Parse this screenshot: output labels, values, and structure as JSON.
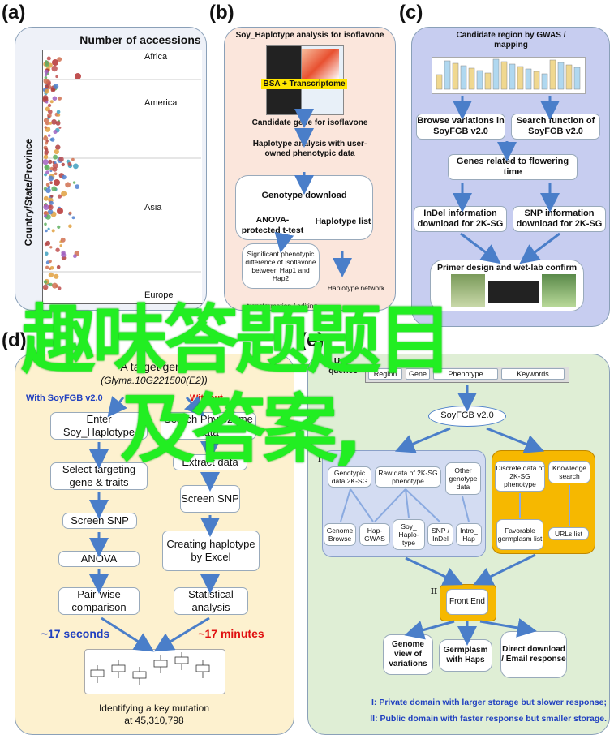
{
  "panels": {
    "a": {
      "label": "(a)",
      "title": "Number of accessions",
      "ylabel": "Country/State/Province",
      "regions": [
        "Africa",
        "America",
        "Asia",
        "Europe"
      ]
    },
    "b": {
      "label": "(b)",
      "title": "Soy_Haplotype analysis for isoflavone",
      "bsa": "BSA + Transcriptome",
      "candidate": "Candidate gene for isoflavone",
      "haplotype": "Haplotype analysis with user-owned phenotypic data",
      "genotype": "Genotype download",
      "anova": "ANOVA-protected t-test",
      "haplist": "Haplotype list",
      "significant": "Significant phenotypic difference of isoflavone between Hap1 and Hap2",
      "network": "Haplotype network",
      "transform": "transformation / editing"
    },
    "c": {
      "label": "(c)",
      "title": "Candidate region by GWAS / mapping",
      "browse": "Browse variations in SoyFGB v2.0",
      "search": "Search function of SoyFGB v2.0",
      "genes": "Genes related to flowering time",
      "indel": "InDel information download for 2K-SG",
      "snp": "SNP information download for 2K-SG",
      "primer": "Primer design and wet-lab confirm"
    },
    "d": {
      "label": "(d)",
      "title1": "A target gene",
      "title2": "(Glyma.10G221500(E2))",
      "with": "With SoyFGB v2.0",
      "without": "Without",
      "left": [
        "Enter Soy_Haplotype",
        "Select targeting gene & traits",
        "Screen SNP",
        "ANOVA",
        "Pair-wise comparison"
      ],
      "right": [
        "Search Phytozome data",
        "Extract data",
        "Screen SNP",
        "Creating haplotype by Excel",
        "Statistical analysis"
      ],
      "leftTime": "~17 seconds",
      "rightTime": "~17 minutes",
      "result1": "Identifying a key mutation",
      "result2": "at 45,310,798"
    },
    "e": {
      "label": "(e)",
      "queries": "User queries",
      "queryBoxes": [
        "Region",
        "Gene",
        "Phenotype",
        "Keywords"
      ],
      "soy": "SoyFGB v2.0",
      "roman1": "I",
      "roman2": "II",
      "topBoxes": [
        "Genotypic data 2K-SG",
        "Raw data of 2K-SG phenotype",
        "Other genotype data"
      ],
      "bottomBoxes": [
        "Genome Browse",
        "Hap-GWAS",
        "Soy_ Haplo-type",
        "SNP / InDel",
        "Intro_ Hap"
      ],
      "discrete": "Discrete data of 2K-SG phenotype",
      "knowledge": "Knowledge search",
      "favorable": "Favorable germplasm list",
      "urls": "URLs list",
      "front": "Front End",
      "outputs": [
        "Genome view of variations",
        "Germplasm with Haps",
        "Direct download / Email response"
      ],
      "legend1": "I:  Private domain with larger storage but slower response;",
      "legend2": "II: Public domain with faster response but smaller storage."
    }
  },
  "overlay": {
    "line1": "趣味答题题目",
    "line2": "及答案,"
  },
  "colors": {
    "panelA": "#eef1f8",
    "panelB": "#fbe6dc",
    "panelC": "#c7cdf0",
    "panelD": "#fdf1cf",
    "panelE": "#dfeed5",
    "subBlue": "#d3dcf2",
    "subOrange": "#f6b800",
    "arrow": "#4a7ec9",
    "overlay": "#22ee22",
    "withBlue": "#2040c0",
    "withoutRed": "#e01010"
  }
}
